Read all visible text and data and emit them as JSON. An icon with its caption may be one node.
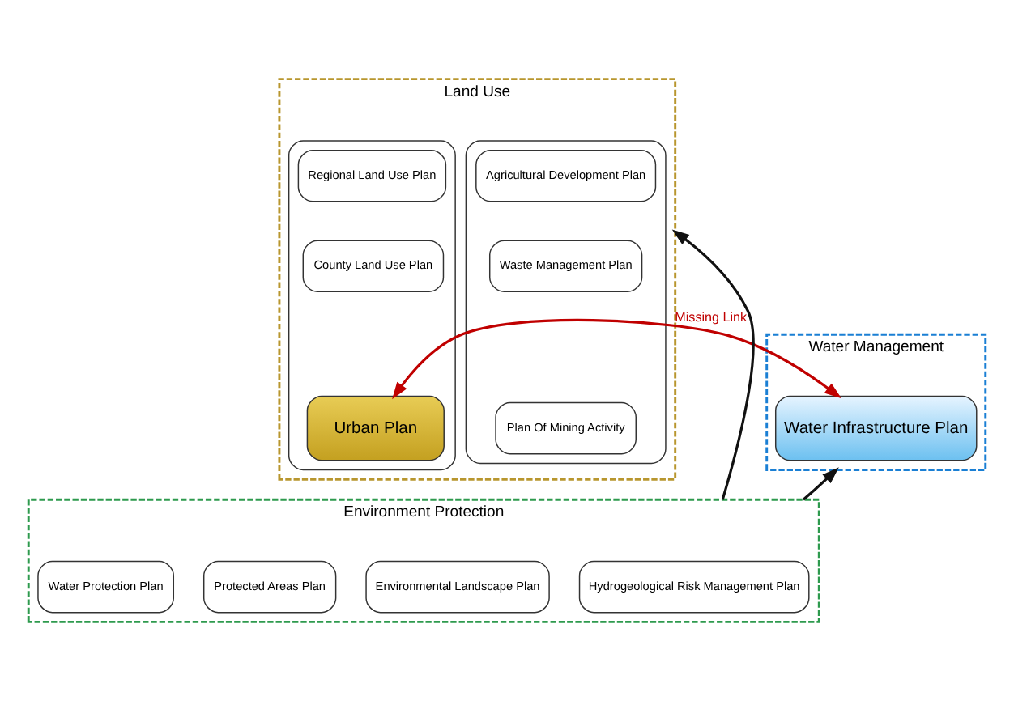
{
  "diagram": {
    "nodes": [
      {
        "text": [
          "Land Use"
        ]
      },
      {
        "text": [],
        "shape": "box",
        "in": 0
      },
      {
        "text": [
          "Agricultural Development Plan"
        ],
        "in": 1
      },
      {
        "text": [
          "Waste Management Plan"
        ],
        "in": 1
      },
      {
        "text": [
          "Plan Of Mining Activity"
        ],
        "in": 1
      },
      {
        "text": [],
        "shape": "box",
        "in": 0
      },
      {
        "text": [
          "Regional Land Use Plan"
        ],
        "in": 5
      },
      {
        "text": [
          "County Land Use Plan"
        ],
        "in": 5
      },
      {
        "text": [
          "Urban Plan"
        ],
        "in": 5
      },
      {
        "text": [
          "Water Management"
        ]
      },
      {
        "text": [
          "Water Infrastructure Plan"
        ],
        "in": 9
      },
      {
        "text": [
          "Environment Protection"
        ]
      },
      {
        "text": [
          "Hydrogeological Risk Management Plan"
        ],
        "in": 11
      },
      {
        "text": [
          "Environmental Landscape Plan"
        ],
        "in": 11
      },
      {
        "text": [
          "Protected Areas Plan"
        ],
        "in": 11
      },
      {
        "text": [
          "Water Protection Plan"
        ],
        "in": 11
      }
    ],
    "edges": [
      {
        "from": 8,
        "to": 10,
        "arrow": "both",
        "label": "Missing Link",
        "color": "#c00000"
      },
      {
        "from": 11,
        "to": 0,
        "arrow": "to"
      },
      {
        "from": 11,
        "to": 9,
        "arrow": "to"
      }
    ]
  }
}
